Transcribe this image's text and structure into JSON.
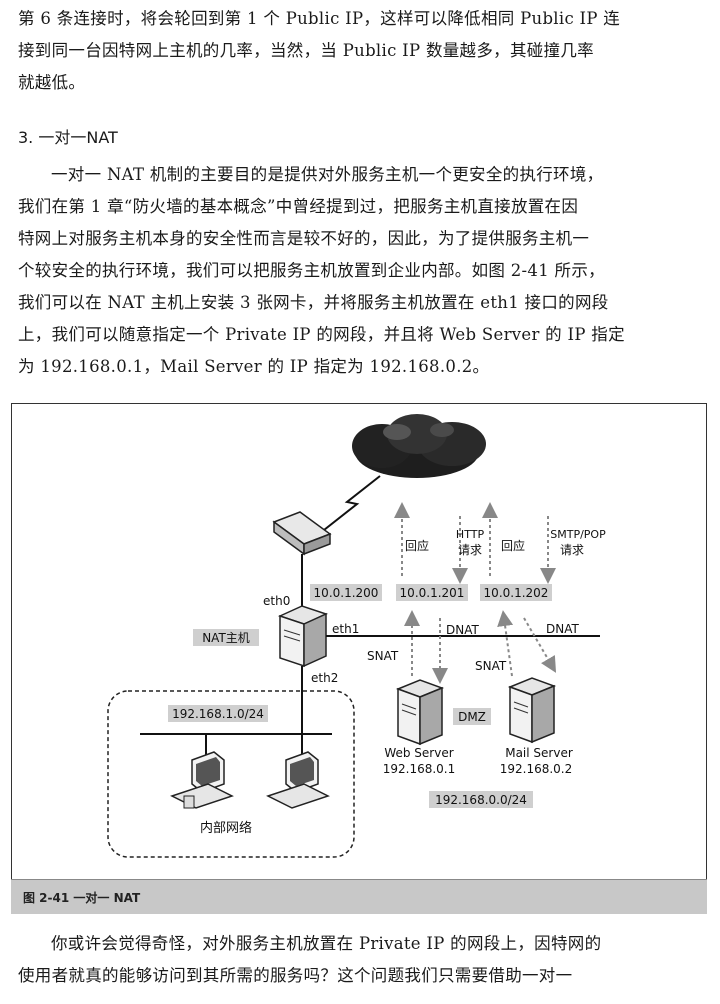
{
  "intro_lines": [
    "第 6 条连接时，将会轮回到第 1 个 Public IP，这样可以降低相同 Public IP 连",
    "接到同一台因特网上主机的几率，当然，当 Public IP 数量越多，其碰撞几率",
    "就越低。"
  ],
  "section_heading": "3. 一对一NAT",
  "section_lines": [
    "一对一 NAT 机制的主要目的是提供对外服务主机一个更安全的执行环境，",
    "我们在第 1 章“防火墙的基本概念”中曾经提到过，把服务主机直接放置在因",
    "特网上对服务主机本身的安全性而言是较不好的，因此，为了提供服务主机一",
    "个较安全的执行环境，我们可以把服务主机放置到企业内部。如图 2-41 所示，",
    "我们可以在 NAT 主机上安装 3 张网卡，并将服务主机放置在 eth1 接口的网段",
    "上，我们可以随意指定一个 Private IP 的网段，并且将 Web Server 的 IP 指定",
    "为 192.168.0.1，Mail Server 的 IP 指定为 192.168.0.2。"
  ],
  "figure": {
    "labels": {
      "eth0": "eth0",
      "eth1": "eth1",
      "eth2": "eth2",
      "nat_host": "NAT主机",
      "ip_public_1": "10.0.1.200",
      "ip_public_2": "10.0.1.201",
      "ip_public_3": "10.0.1.202",
      "reply_1": "回应",
      "http": "HTTP",
      "request_1": "请求",
      "reply_2": "回应",
      "smtp_pop": "SMTP/POP",
      "request_2": "请求",
      "snat_1": "SNAT",
      "dnat_1": "DNAT",
      "snat_2": "SNAT",
      "dnat_2": "DNAT",
      "dmz": "DMZ",
      "web_server": "Web  Server",
      "web_ip": "192.168.0.1",
      "mail_server": "Mail  Server",
      "mail_ip": "192.168.0.2",
      "dmz_subnet": "192.168.0.0/24",
      "lan_subnet": "192.168.1.0/24",
      "lan_name": "内部网络"
    },
    "caption": "图 2-41  一对一 NAT",
    "colors": {
      "label_bg": "#cfcfcf",
      "cloud": "#1e1e1e",
      "caption_bg": "#c8c8c8"
    }
  },
  "outro_lines": [
    "你或许会觉得奇怪，对外服务主机放置在 Private IP 的网段上，因特网的",
    "使用者就真的能够访问到其所需的服务吗？这个问题我们只需要借助一对一"
  ]
}
